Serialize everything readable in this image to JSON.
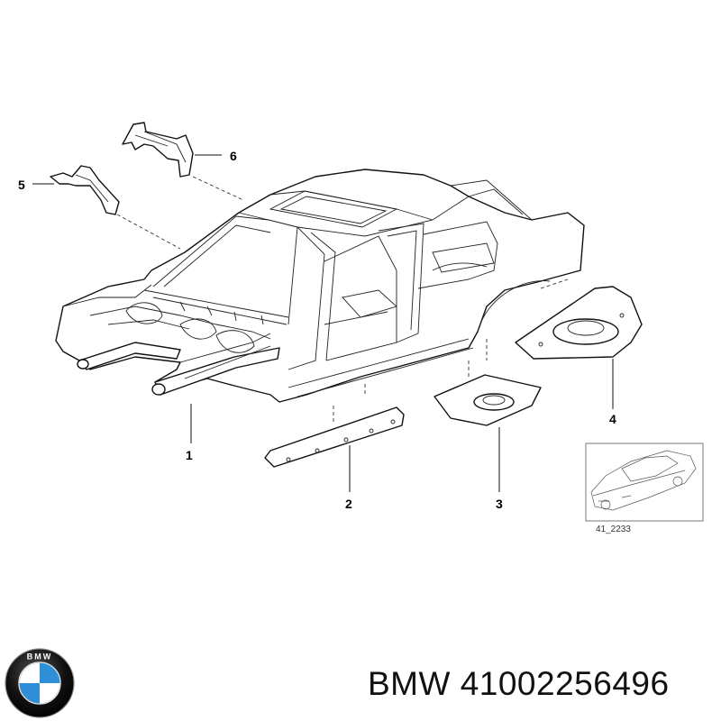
{
  "callouts": {
    "c1": "1",
    "c2": "2",
    "c3": "3",
    "c4": "4",
    "c5": "5",
    "c6": "6"
  },
  "thumbnail": {
    "ref_code": "41_2233"
  },
  "brand": {
    "text": "BMW 41002256496",
    "logo_icon": "bmw-roundel-icon"
  },
  "colors": {
    "logo_blue": "#2e8fd6",
    "logo_ring": "#111111",
    "line": "#111111"
  }
}
